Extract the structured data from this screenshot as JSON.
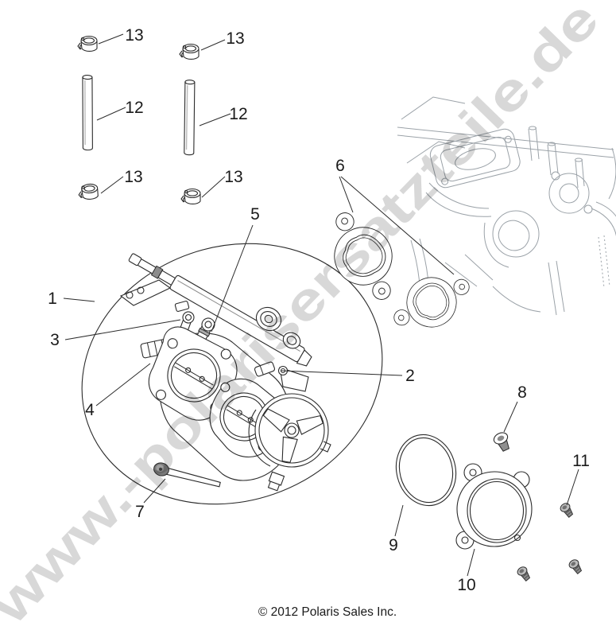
{
  "watermark": {
    "text": "www.-polarisersatzteile.de",
    "color": "#d8d8d8"
  },
  "footer": {
    "copyright": "© 2012 Polaris Sales Inc."
  },
  "diagram": {
    "type": "exploded-parts-diagram",
    "line_color": "#2b2b2b",
    "ghost_line_color": "#9ba2a8"
  },
  "callouts": [
    "1",
    "2",
    "3",
    "4",
    "5",
    "6",
    "7",
    "8",
    "9",
    "10",
    "11",
    "12",
    "12",
    "13",
    "13",
    "13",
    "13"
  ]
}
